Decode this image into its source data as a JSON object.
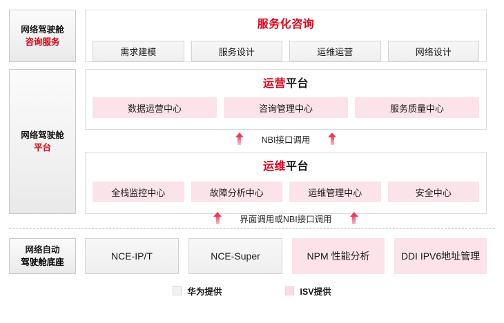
{
  "stages": {
    "consulting": {
      "line1": "网络驾驶舱",
      "line2": "咨询服务"
    },
    "platform": {
      "line1": "网络驾驶舱",
      "line2": "平台"
    },
    "base": {
      "line1": "网络自动",
      "line2": "驾驶舱底座"
    }
  },
  "panels": {
    "consulting": {
      "title_red": "服务化咨询",
      "title_dark": "",
      "boxes": [
        {
          "label": "需求建模",
          "fill": "gray"
        },
        {
          "label": "服务设计",
          "fill": "gray"
        },
        {
          "label": "运维运营",
          "fill": "gray"
        },
        {
          "label": "网络设计",
          "fill": "gray"
        }
      ]
    },
    "operation": {
      "title_red": "运营",
      "title_dark": "平台",
      "boxes": [
        {
          "label": "数据运营中心",
          "fill": "pink"
        },
        {
          "label": "咨询管理中心",
          "fill": "pink"
        },
        {
          "label": "服务质量中心",
          "fill": "pink"
        }
      ]
    },
    "maintain": {
      "title_red": "运维",
      "title_dark": "平台",
      "boxes": [
        {
          "label": "全栈监控中心",
          "fill": "pink"
        },
        {
          "label": "故障分析中心",
          "fill": "pink"
        },
        {
          "label": "运维管理中心",
          "fill": "pink"
        },
        {
          "label": "安全中心",
          "fill": "pink"
        }
      ]
    }
  },
  "connectors": {
    "nbi": {
      "label": "NBI接口调用",
      "arrow": "arrow-up-icon"
    },
    "ui": {
      "label": "界面调用或NBI接口调用",
      "arrow": "arrow-up-icon"
    }
  },
  "base_row": {
    "boxes": [
      {
        "label": "NCE-IP/T",
        "fill": "gray"
      },
      {
        "label": "NCE-Super",
        "fill": "gray"
      },
      {
        "label": "NPM 性能分析",
        "fill": "pink"
      },
      {
        "label": "DDI IPV6地址管理",
        "fill": "pink"
      }
    ]
  },
  "legend": {
    "items": [
      {
        "label": "华为提供",
        "swatch": "gray"
      },
      {
        "label": "ISV提供",
        "swatch": "pink"
      }
    ]
  },
  "colors": {
    "accent_red": "#e2001a",
    "label_red": "#d7000f",
    "pink_fill": "#fce3e9",
    "gray_fill": "#f2f2f2",
    "border_gray": "#dcdcdc"
  }
}
